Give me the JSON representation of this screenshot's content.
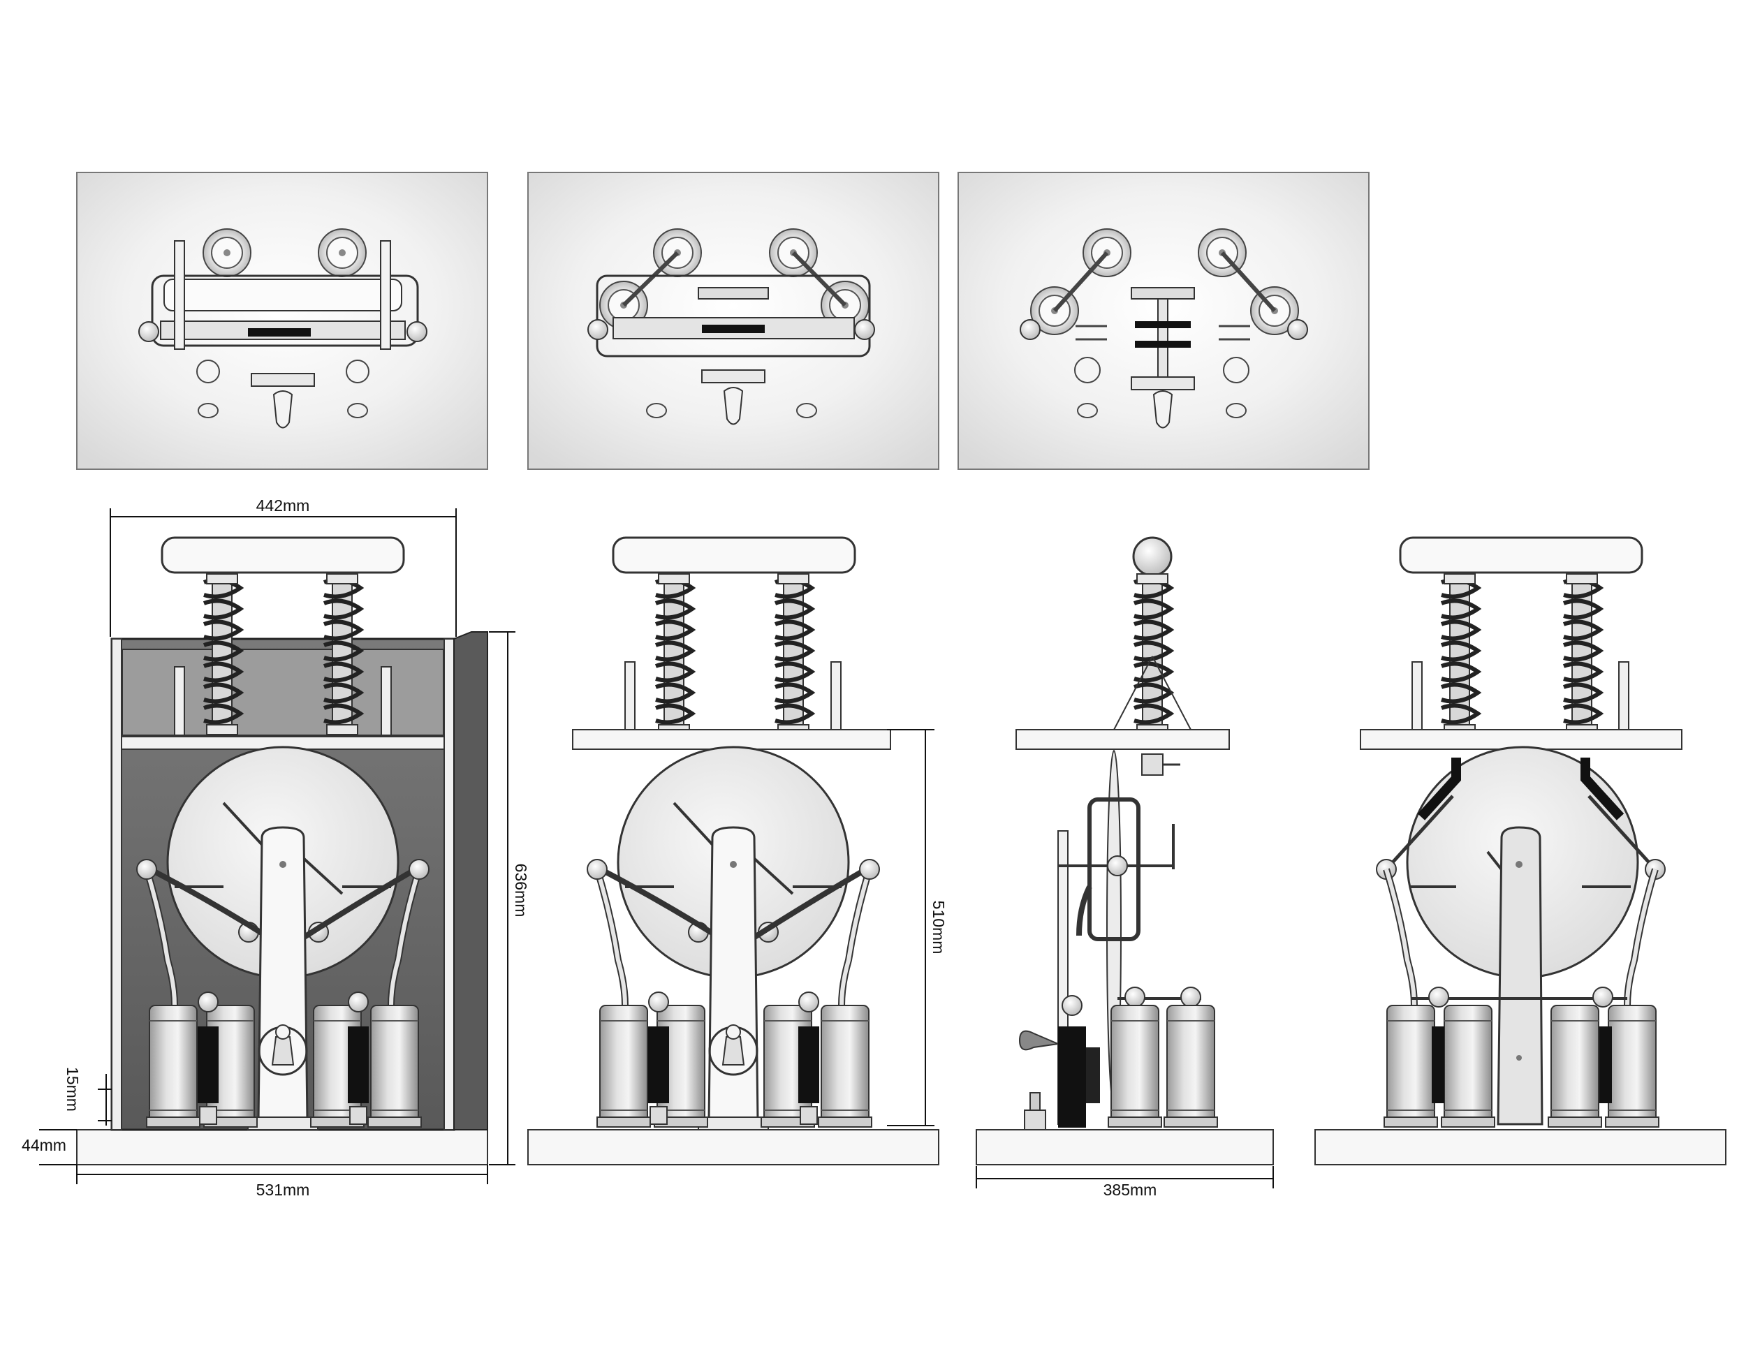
{
  "dimensions": {
    "width_top": "442mm",
    "height_total": "636mm",
    "foot_height": "15mm",
    "base_height": "44mm",
    "width_base": "531mm",
    "height_frame": "510mm",
    "depth_base": "385mm"
  },
  "colors": {
    "background": "#ffffff",
    "panel": "#ebebeb",
    "line": "#222222",
    "part_light": "#f7f7f7",
    "part_mid": "#d6d6d6",
    "cabinet_dark": "#6d6d6d"
  }
}
